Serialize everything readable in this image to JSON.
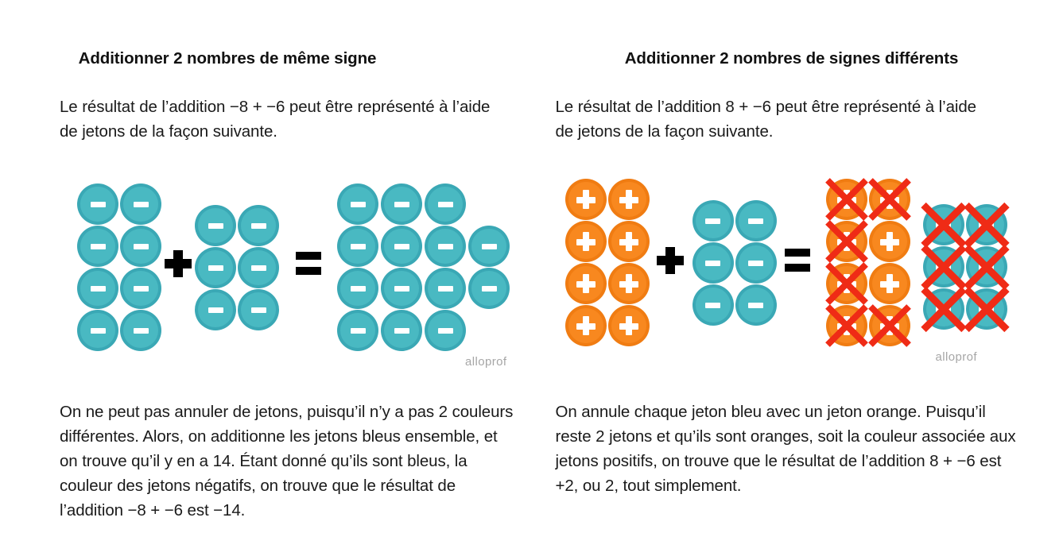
{
  "left": {
    "title": "Additionner 2 nombres de même signe",
    "intro": "Le résultat de l’addition −8 + −6 peut être représenté à l’aide de jetons de la façon suivante.",
    "conclusion": "On ne peut pas annuler de jetons, puisqu’il n’y a pas 2 couleurs différentes. Alors, on additionne les jetons bleus ensemble, et on trouve qu’il y en a 14. Étant donné qu’ils sont bleus, la couleur des jetons négatifs, on trouve que le résultat de l’addition −8 + −6 est −14.",
    "watermark": "alloprof",
    "operators": {
      "plus": "+",
      "equals": "="
    },
    "diagram": {
      "addend1": {
        "token_type": "blue-minus",
        "count": 8,
        "rows": 4,
        "cols": 2,
        "glyph": "−"
      },
      "addend2": {
        "token_type": "blue-minus",
        "count": 6,
        "rows": 3,
        "cols": 2,
        "glyph": "−"
      },
      "result": {
        "token_type": "blue-minus",
        "count": 14,
        "row_counts": [
          3,
          4,
          4,
          3
        ],
        "glyph": "−"
      }
    }
  },
  "right": {
    "title": "Additionner 2 nombres de signes différents",
    "intro": "Le résultat de l’addition 8 + −6 peut être représenté à l’aide de jetons de la façon suivante.",
    "conclusion": "On annule chaque jeton bleu avec un jeton orange. Puisqu’il reste 2 jetons et qu’ils sont oranges, soit la couleur associée aux jetons positifs, on trouve que le résultat de l’addition 8 + −6 est +2, ou 2, tout simplement.",
    "watermark": "alloprof",
    "operators": {
      "plus": "+",
      "equals": "="
    },
    "diagram": {
      "addend1": {
        "token_type": "orange-plus",
        "count": 8,
        "rows": 4,
        "cols": 2,
        "glyph": "+"
      },
      "addend2": {
        "token_type": "blue-minus",
        "count": 6,
        "rows": 3,
        "cols": 2,
        "glyph": "−"
      },
      "result": {
        "orange_group": {
          "token_type": "orange-plus",
          "count": 8,
          "rows": 4,
          "cols": 2,
          "cancelled": 6,
          "remaining": 2,
          "glyph": "+"
        },
        "blue_group": {
          "token_type": "blue-minus",
          "count": 6,
          "rows": 3,
          "cols": 2,
          "cancelled": 6,
          "remaining": 0,
          "glyph": "−"
        }
      }
    }
  },
  "colors": {
    "blue_token": "#49b9c2",
    "blue_token_ridge": "#3aa8b5",
    "orange_token": "#f8881f",
    "orange_token_ridge": "#f07c12",
    "cancel_red": "#ef2b16",
    "glyph_white": "#ffffff",
    "operator_black": "#000000",
    "watermark_gray": "#a6a6a6",
    "background": "#ffffff"
  }
}
